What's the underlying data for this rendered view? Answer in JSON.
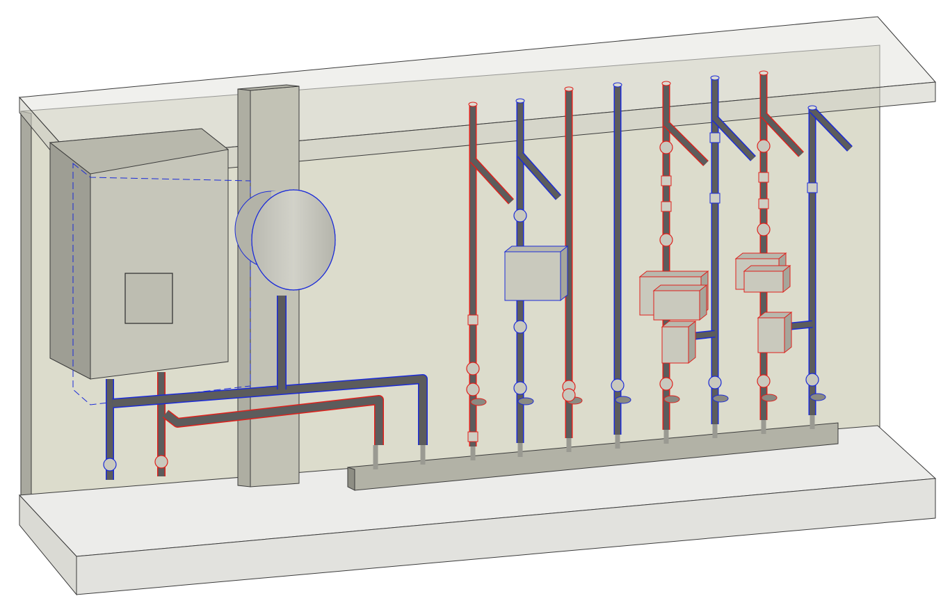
{
  "view": {
    "background": "#ffffff",
    "wall_color": "#dcdccc",
    "slab_color": "#e9e9e6",
    "edge_color": "#3a3a3a",
    "pipe_color": "#5c5c5c",
    "equipment_color": "#c9c9bd",
    "supply_color": "#e0201b",
    "return_color": "#1a2ad8"
  },
  "components": {
    "boiler": {
      "label": "boiler-cabinet",
      "icon": "boiler-icon"
    },
    "expansion_tank": {
      "label": "expansion-tank",
      "icon": "tank-icon"
    },
    "column": {
      "label": "structural-column"
    },
    "header": {
      "label": "manifold-header"
    },
    "pumps": {
      "count": 4
    },
    "risers": [
      {
        "id": "r1",
        "system": "supply"
      },
      {
        "id": "r2",
        "system": "return"
      },
      {
        "id": "r3",
        "system": "supply"
      },
      {
        "id": "r4",
        "system": "return"
      },
      {
        "id": "r5",
        "system": "supply"
      },
      {
        "id": "r6",
        "system": "return"
      },
      {
        "id": "r7",
        "system": "supply"
      },
      {
        "id": "r8",
        "system": "return"
      }
    ]
  }
}
